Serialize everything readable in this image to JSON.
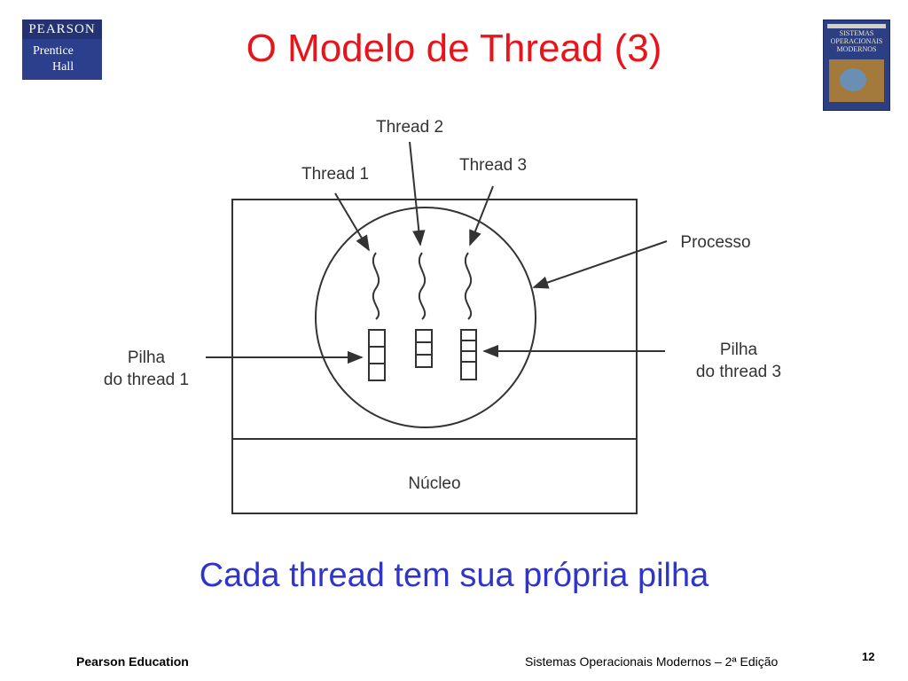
{
  "logo": {
    "line1": "PEARSON",
    "line2": "Prentice",
    "line3": "Hall"
  },
  "book": {
    "title": "SISTEMAS OPERACIONAIS MODERNOS"
  },
  "title": "O Modelo de Thread (3)",
  "diagram": {
    "thread1": "Thread 1",
    "thread2": "Thread 2",
    "thread3": "Thread 3",
    "processo": "Processo",
    "pilha1": "Pilha\ndo thread 1",
    "pilha3": "Pilha\ndo thread 3",
    "nucleo": "Núcleo"
  },
  "caption": "Cada thread tem sua própria pilha",
  "footer": {
    "left": "Pearson Education",
    "right": "Sistemas Operacionais Modernos – 2ª Edição",
    "page": "12"
  }
}
